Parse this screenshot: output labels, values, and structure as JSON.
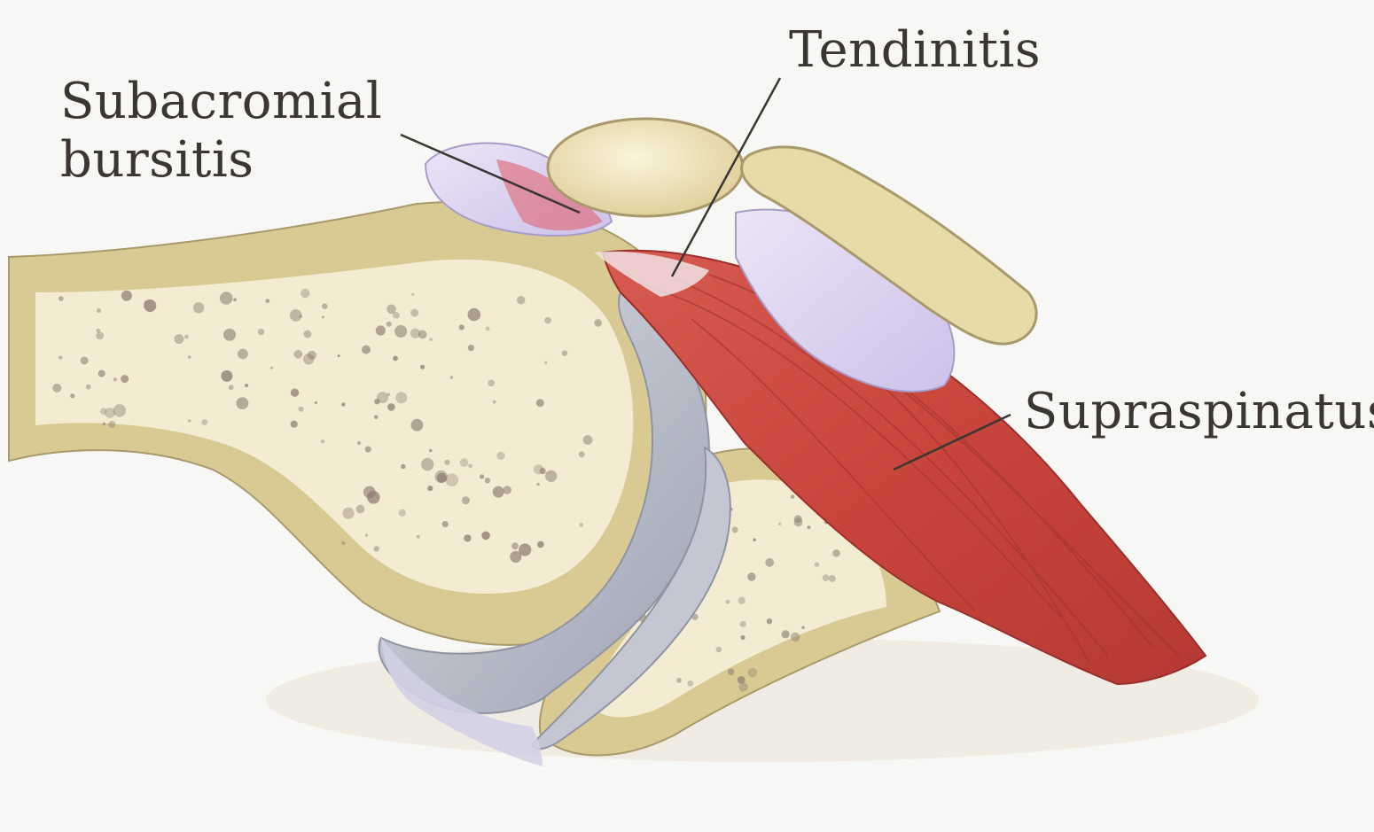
{
  "labels": {
    "bursitis_line1": "Subacromial",
    "bursitis_line2": "bursitis",
    "tendinitis": "Tendinitis",
    "supraspinatus": "Supraspinatus"
  },
  "colors": {
    "background": "#f7f7f5",
    "cortical_bone": "#d9c993",
    "cancellous_bone": "#f4ecd2",
    "bone_pores": "#8f7e73",
    "cartilage": "#b9bcc8",
    "bursa": "#dcd3ef",
    "muscle": "#c9483f",
    "label_text": "#3b3533"
  }
}
